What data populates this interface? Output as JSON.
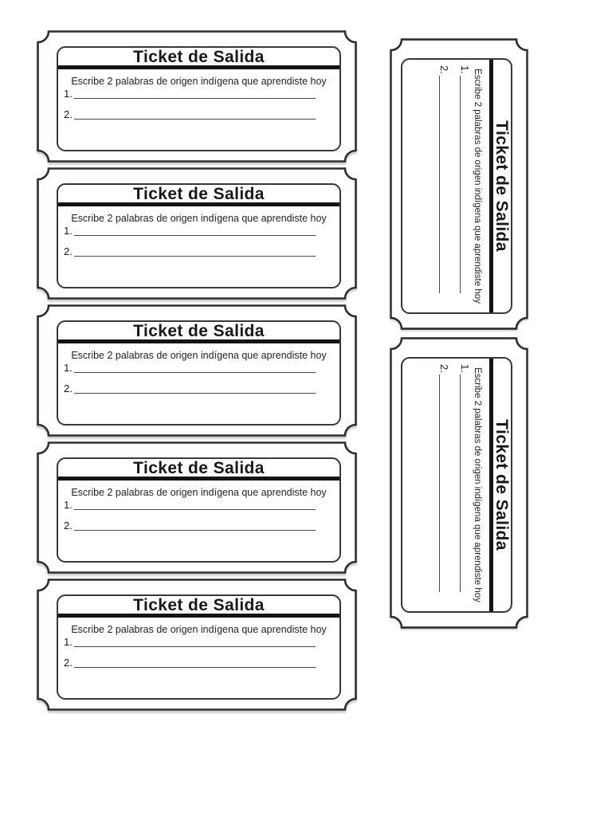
{
  "page": {
    "background_color": "#ffffff"
  },
  "ticket": {
    "title": "Ticket de Salida",
    "prompt": "Escribe 2 palabras de origen indígena que aprendiste hoy",
    "answer_lines": [
      {
        "label": "1."
      },
      {
        "label": "2."
      }
    ]
  },
  "layout": {
    "vertical_ticket_count": 5,
    "rotated_ticket_count": 2
  },
  "colors": {
    "page_bg": "#ffffff",
    "ticket_border": "#2e2e2e",
    "inner_border": "#383838",
    "title_text": "#181818",
    "divider_bar": "#141414",
    "rule_line": "#4a4a4a"
  }
}
